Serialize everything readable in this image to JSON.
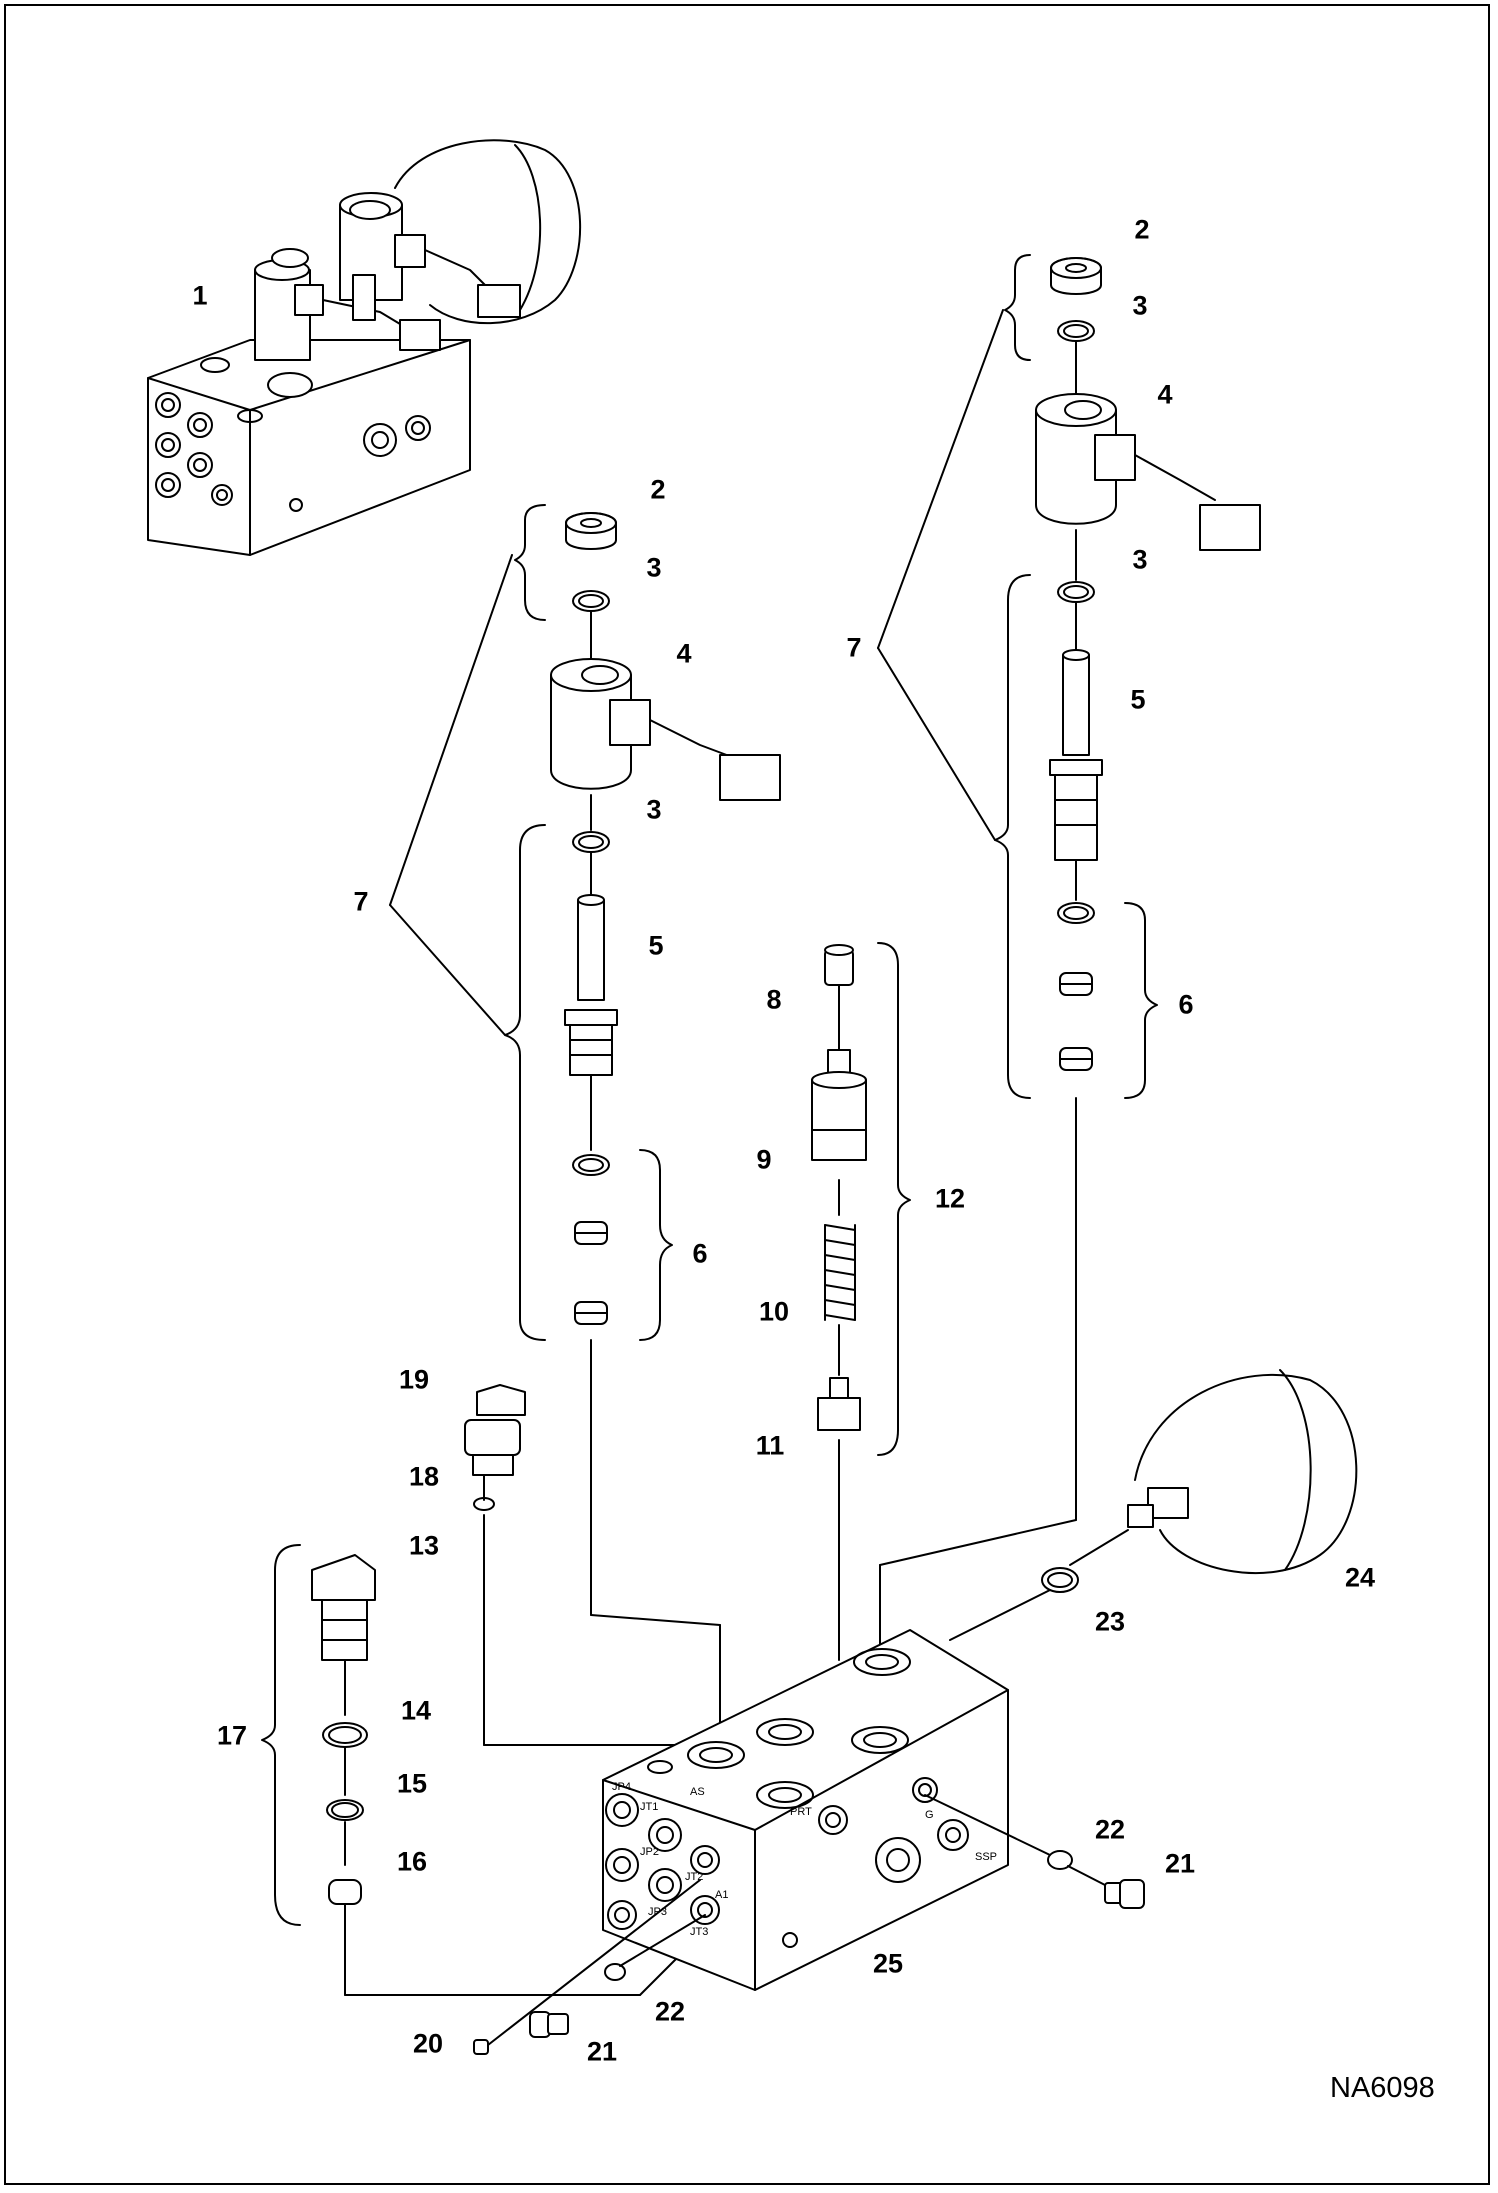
{
  "diagram": {
    "figure_id": "NA6098",
    "callouts": {
      "c1": "1",
      "c2a": "2",
      "c3a": "3",
      "c4a": "4",
      "c3b": "3",
      "c5a": "5",
      "c6a": "6",
      "c7a": "7",
      "c2b": "2",
      "c3c": "3",
      "c4b": "4",
      "c3d": "3",
      "c5b": "5",
      "c6b": "6",
      "c7b": "7",
      "c8": "8",
      "c9": "9",
      "c10": "10",
      "c11": "11",
      "c12": "12",
      "c13": "13",
      "c14": "14",
      "c15": "15",
      "c16": "16",
      "c17": "17",
      "c18": "18",
      "c19": "19",
      "c20": "20",
      "c21a": "21",
      "c21b": "21",
      "c22a": "22",
      "c22b": "22",
      "c23": "23",
      "c24": "24",
      "c25": "25"
    }
  }
}
